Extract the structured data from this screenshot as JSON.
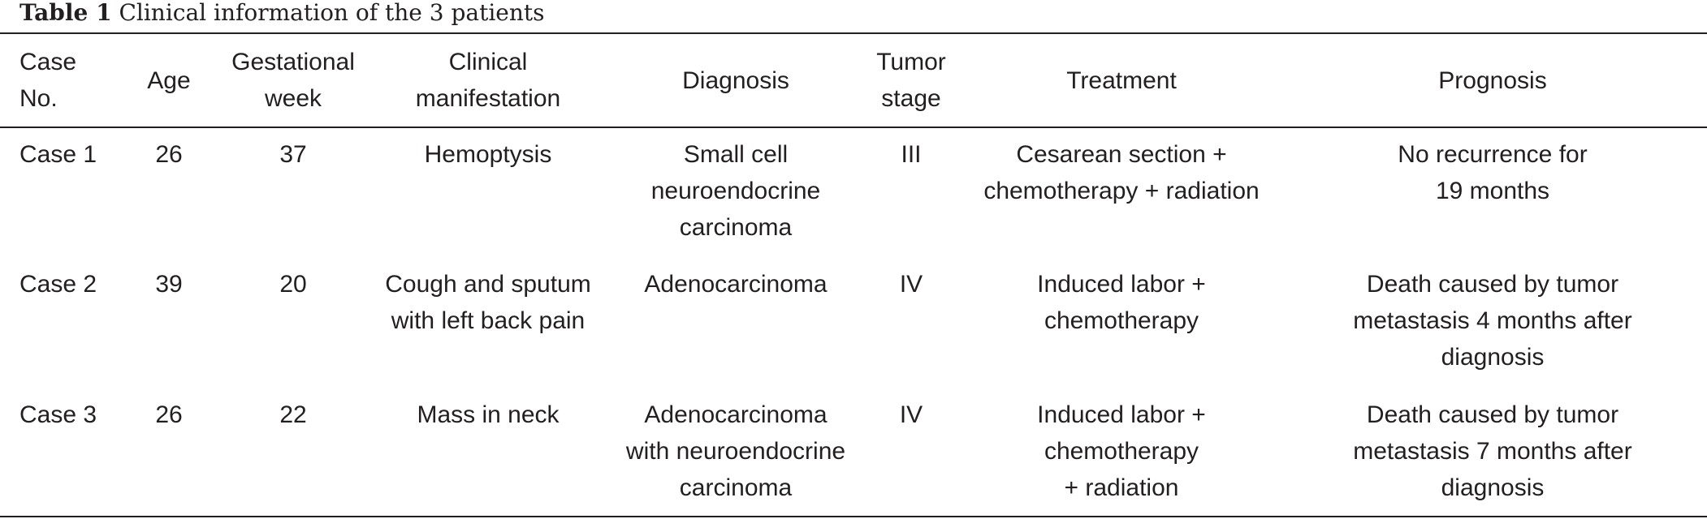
{
  "caption": {
    "label": "Table 1",
    "text": "Clinical information of the 3 patients"
  },
  "table": {
    "headers": [
      "Case\nNo.",
      "Age",
      "Gestational\nweek",
      "Clinical\nmanifestation",
      "Diagnosis",
      "Tumor\nstage",
      "Treatment",
      "Prognosis"
    ],
    "rows": [
      [
        "Case 1",
        "26",
        "37",
        "Hemoptysis",
        "Small cell\nneuroendocrine\ncarcinoma",
        "III",
        "Cesarean section +\nchemotherapy + radiation",
        "No recurrence for\n19 months"
      ],
      [
        "Case 2",
        "39",
        "20",
        "Cough and sputum\nwith left back pain",
        "Adenocarcinoma",
        "IV",
        "Induced labor + chemotherapy",
        "Death caused by tumor\nmetastasis 4 months after\ndiagnosis"
      ],
      [
        "Case 3",
        "26",
        "22",
        "Mass in neck",
        "Adenocarcinoma\nwith neuroendocrine\ncarcinoma",
        "IV",
        "Induced labor + chemotherapy\n+ radiation",
        "Death caused by tumor\nmetastasis 7 months after\ndiagnosis"
      ]
    ]
  }
}
